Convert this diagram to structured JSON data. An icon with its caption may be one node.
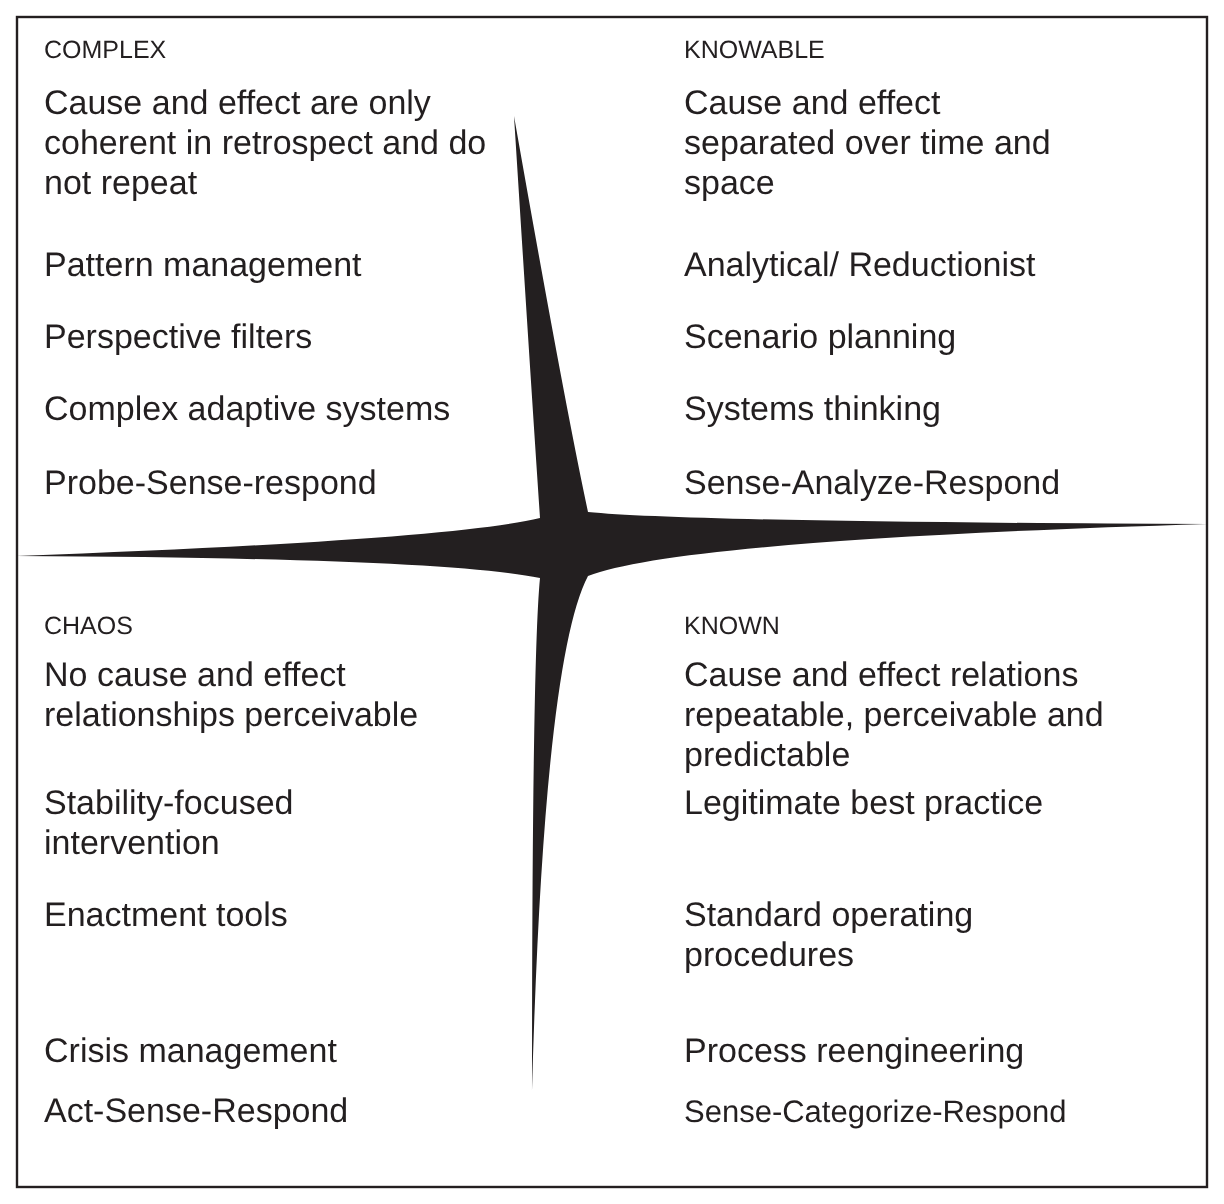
{
  "diagram": {
    "labels": [
      "COMPLEX",
      "Cause and effect are only coherent in retrospect and do not repeat",
      "Pattern management",
      "Perspective filters",
      "Complex adaptive systems",
      "Probe-Sense-respond",
      "KNOWABLE",
      "Cause and effect separated over time and space",
      "Analytical/ Reductionist",
      "Scenario planning",
      "Systems thinking",
      "Sense-Analyze-Respond",
      "CHAOS",
      "No cause and effect relationships perceivable",
      "Stability-focused intervention",
      "Enactment tools",
      "Crisis management",
      "Act-Sense-Respond",
      "KNOWN",
      "Cause and effect relations repeatable, perceivable and predictable",
      "Legitimate best practice",
      "Standard operating procedures",
      "Process reengineering",
      "Sense-Categorize-Respond"
    ]
  }
}
